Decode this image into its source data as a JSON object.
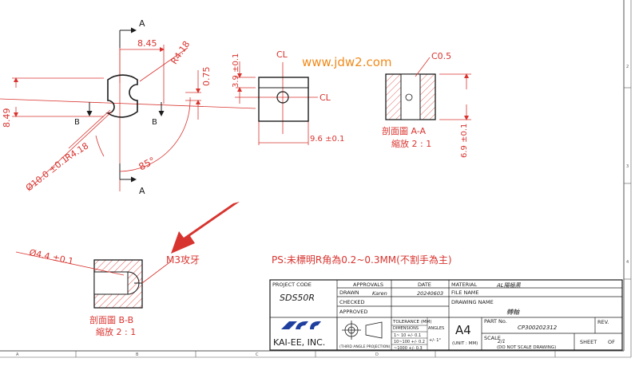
{
  "watermark": "www.jdw2.com",
  "colors": {
    "line": "#d8342f",
    "ink": "#1c1c1c",
    "watermark": "#f08a1a",
    "logo": "#1f3f9f"
  },
  "views": {
    "front": {
      "section_top": "A",
      "section_bottom": "A",
      "section_left": "B",
      "section_right": "B",
      "dim_width": "8.45",
      "dim_radius_top": "R4.18",
      "dim_offset": "0.75",
      "dim_height": "8.49",
      "dim_radius_bottom": "R4.18",
      "dim_angle": "85°",
      "dim_diameter": "Ø10.0 ±0.1"
    },
    "side": {
      "cl_top": "CL",
      "cl_right": "CL",
      "dim_height": "3.9 ±0.1",
      "dim_width": "9.6 ±0.1"
    },
    "section_aa": {
      "chamfer": "C0.5",
      "dim_height": "6.9 ±0.1",
      "title": "剖面圖 A-A",
      "scale": "縮放 2 : 1"
    },
    "section_bb": {
      "dim_diameter": "Ø4.4 ±0.1",
      "thread_note": "M3攻牙",
      "title": "剖面圖 B-B",
      "scale": "縮放 2 : 1"
    }
  },
  "note": "PS:未標明R角為0.2~0.3MM(不割手為主)",
  "title_block": {
    "project_code_label": "PROJECT CODE",
    "project_code": "SDS50R",
    "approvals_label": "APPROVALS",
    "date_label": "DATE",
    "material_label": "MATERIAL",
    "material": "AL陽極黑",
    "drawn_label": "DRAWN",
    "drawn_by": "Karen",
    "drawn_date": "20240603",
    "file_name_label": "FILE NAME",
    "checked_label": "CHECKED",
    "drawing_name_label": "DRAWING NAME",
    "approved_label": "APPROVED",
    "drawing_name": "轉軸",
    "company": "KAI-EE, INC.",
    "projection_label": "(THIRD ANGLE PROJECTION)",
    "tol_title": "TOLERANCE (MM)",
    "tol_dim_header": "DIMENSIONS",
    "tol_ang_header": "ANGLES",
    "tol_rows": [
      "1~ 10 +/- 0.1",
      "10~100 +/- 0.2",
      "~1000 +/- 0.3"
    ],
    "tol_angle": "+/- 1°",
    "sheet_size": "A4",
    "unit": "(UNIT : MM)",
    "part_no_label": "PART No.",
    "part_no": "CP300202312",
    "rev_label": "REV.",
    "scale_label": "SCALE",
    "scale": "2/1",
    "no_scale_note": "(DO NOT SCALE DRAWING)",
    "sheet_label": "SHEET",
    "of_label": "OF"
  },
  "border": {
    "bottom_zones": [
      "A",
      "B",
      "C",
      "D"
    ],
    "right_zones": [
      "2",
      "3",
      "4"
    ]
  }
}
